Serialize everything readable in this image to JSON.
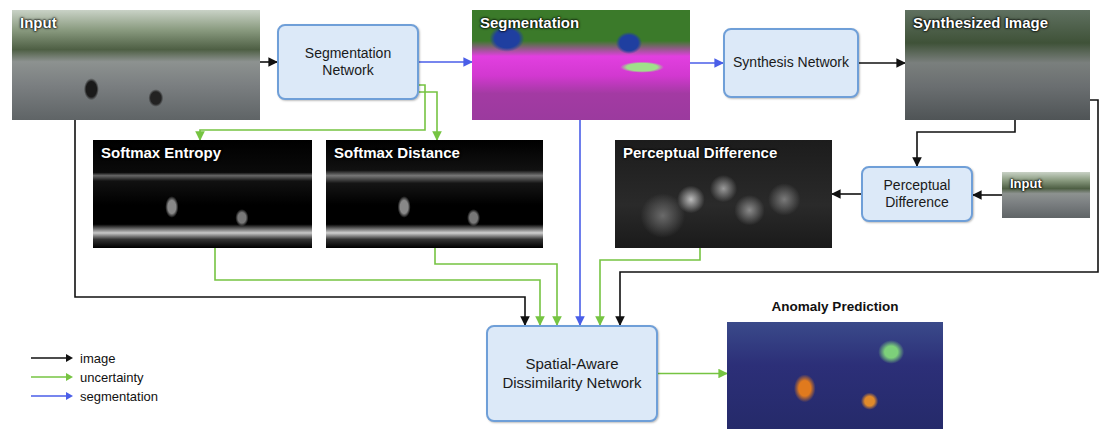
{
  "diagram": {
    "nodes": [
      {
        "text": [
          "Input"
        ]
      },
      {
        "text": [
          "Segmentation Network"
        ]
      },
      {
        "text": [
          "Segmentation"
        ]
      },
      {
        "text": [
          "Synthesis Network"
        ]
      },
      {
        "text": [
          "Synthesized Image"
        ]
      },
      {
        "text": [
          "Softmax Entropy"
        ]
      },
      {
        "text": [
          "Softmax Distance"
        ]
      },
      {
        "text": [
          "Perceptual Difference"
        ]
      },
      {
        "text": [
          "Perceptual Difference"
        ]
      },
      {
        "text": [
          "Input"
        ]
      },
      {
        "text": [
          "Spatial-Aware Dissimilarity Network"
        ]
      },
      {
        "text": [
          "Anomaly Prediction"
        ]
      }
    ],
    "edges": [
      {
        "from": 0,
        "to": 1,
        "arrow": "to"
      },
      {
        "from": 1,
        "to": 2,
        "arrow": "to"
      },
      {
        "from": 2,
        "to": 3,
        "arrow": "to"
      },
      {
        "from": 3,
        "to": 4,
        "arrow": "to"
      },
      {
        "from": 1,
        "to": 5,
        "arrow": "to"
      },
      {
        "from": 1,
        "to": 6,
        "arrow": "to"
      },
      {
        "from": 4,
        "to": 8,
        "arrow": "to"
      },
      {
        "from": 9,
        "to": 8,
        "arrow": "to"
      },
      {
        "from": 8,
        "to": 7,
        "arrow": "to"
      },
      {
        "from": 0,
        "to": 10,
        "arrow": "to"
      },
      {
        "from": 5,
        "to": 10,
        "arrow": "to"
      },
      {
        "from": 6,
        "to": 10,
        "arrow": "to"
      },
      {
        "from": 2,
        "to": 10,
        "arrow": "to"
      },
      {
        "from": 7,
        "to": 10,
        "arrow": "to"
      },
      {
        "from": 4,
        "to": 10,
        "arrow": "to"
      },
      {
        "from": 10,
        "to": 11,
        "arrow": "to"
      }
    ],
    "legend": [
      {
        "text": "image"
      },
      {
        "text": "uncertainty"
      },
      {
        "text": "segmentation"
      }
    ]
  }
}
